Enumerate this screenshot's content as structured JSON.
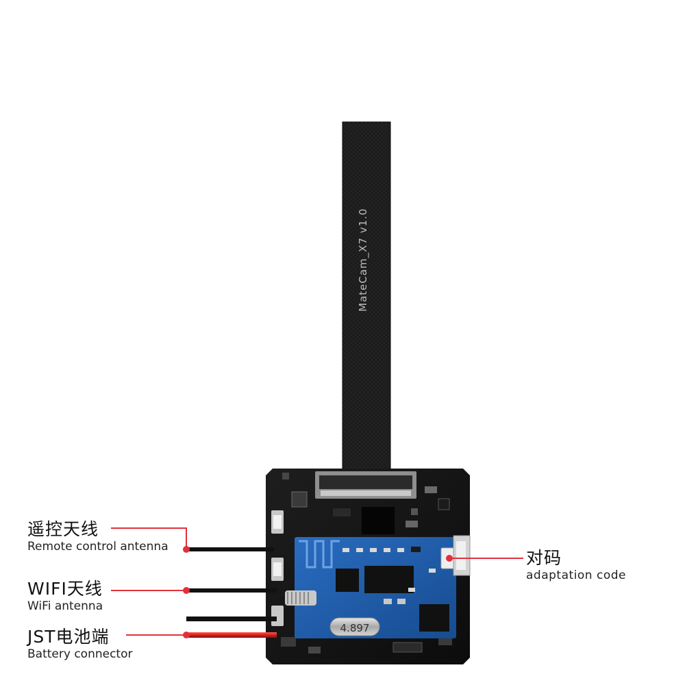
{
  "flex_cable": {
    "print": "MateCam_X7 v1.0"
  },
  "crystal": {
    "print": "4.897"
  },
  "callouts": {
    "remote_antenna": {
      "zh": "遥控天线",
      "en": "Remote control antenna"
    },
    "wifi_antenna": {
      "zh": "WIFI天线",
      "en": "WiFi antenna"
    },
    "battery": {
      "zh": "JST电池端",
      "en": "Battery connector"
    },
    "adaptation": {
      "zh": "对码",
      "en": "adaptation code"
    }
  },
  "colors": {
    "callout_line": "#e0313b",
    "callout_dot": "#e0313b",
    "pcb": "#141414",
    "module": "#1c5aa6",
    "battery_wire_red": "#d21f1f",
    "wire_black": "#111111"
  }
}
